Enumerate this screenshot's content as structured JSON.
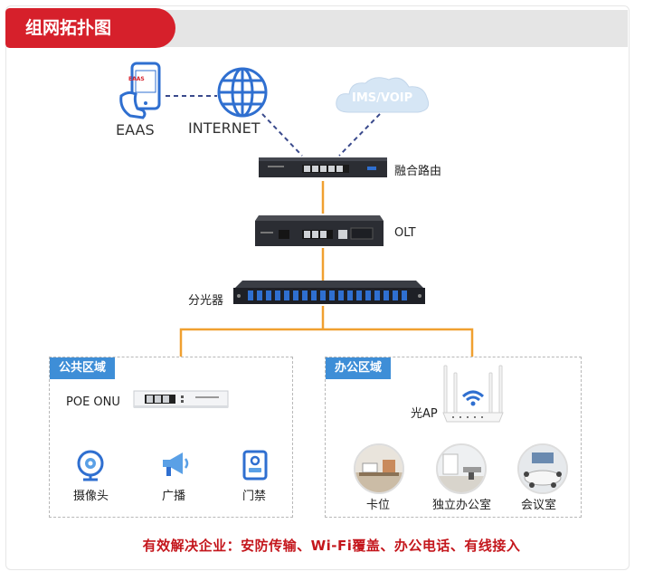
{
  "header": {
    "title": "组网拓扑图"
  },
  "top": {
    "eaas_label": "EAAS",
    "eaas_phone_text": "EAAS",
    "internet_label": "INTERNET",
    "cloud_label": "IMS/VOIP"
  },
  "devices": {
    "router_label": "融合路由",
    "olt_label": "OLT",
    "splitter_label": "分光器"
  },
  "public_zone": {
    "title": "公共区域",
    "onu_label": "POE ONU",
    "items": [
      "摄像头",
      "广播",
      "门禁"
    ]
  },
  "office_zone": {
    "title": "办公区域",
    "ap_label": "光AP",
    "items": [
      "卡位",
      "独立办公室",
      "会议室"
    ]
  },
  "footer": {
    "text": "有效解决企业：安防传输、Wi-Fi覆盖、办公电话、有线接入"
  },
  "colors": {
    "accent_red": "#d6202b",
    "zone_blue": "#3e8ed7",
    "fiber_orange": "#f0a030",
    "link_navy": "#3a4a8c",
    "icon_blue": "#2f6fd0"
  }
}
